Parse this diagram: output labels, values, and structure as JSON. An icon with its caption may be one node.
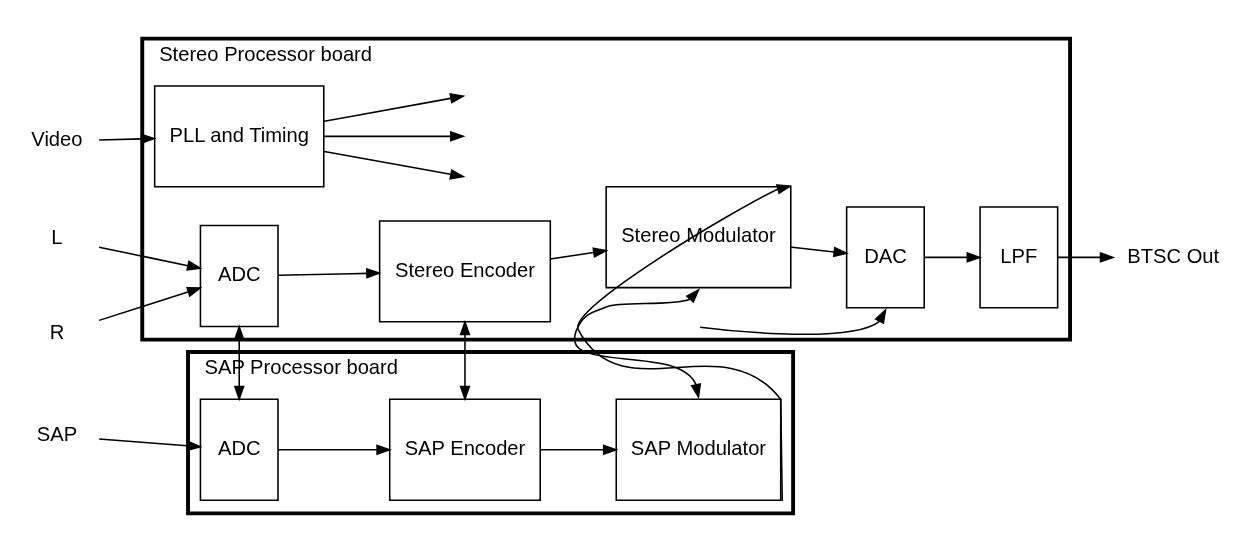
{
  "diagram": {
    "nodes": [
      {
        "text": [
          "Stereo Processor board"
        ]
      },
      {
        "text": [
          "SAP Processor board"
        ]
      },
      {
        "text": [
          "Video"
        ]
      },
      {
        "text": [
          "PLL and Timing"
        ],
        "in": 0
      },
      {
        "text": [
          "L"
        ]
      },
      {
        "text": [
          "R"
        ]
      },
      {
        "text": [
          "ADC"
        ],
        "in": 0
      },
      {
        "text": [
          "Stereo Encoder"
        ],
        "in": 0
      },
      {
        "text": [
          "Stereo Modulator"
        ],
        "in": 0
      },
      {
        "text": [
          "DAC"
        ],
        "in": 0
      },
      {
        "text": [
          "LPF"
        ],
        "in": 0
      },
      {
        "text": [
          "BTSC Out"
        ]
      },
      {
        "text": [
          "SAP"
        ]
      },
      {
        "text": [
          "ADC"
        ],
        "in": 1
      },
      {
        "text": [
          "SAP Encoder"
        ],
        "in": 1
      },
      {
        "text": [
          "SAP Modulator"
        ],
        "in": 1
      }
    ],
    "edges": [
      {
        "from": 2,
        "to": 3,
        "arrow": "to"
      },
      {
        "from": 3,
        "to": null,
        "arrow": "to"
      },
      {
        "from": 3,
        "to": null,
        "arrow": "to"
      },
      {
        "from": 3,
        "to": null,
        "arrow": "to"
      },
      {
        "from": 4,
        "to": 6,
        "arrow": "to"
      },
      {
        "from": 5,
        "to": 6,
        "arrow": "to"
      },
      {
        "from": 6,
        "to": 7,
        "arrow": "to"
      },
      {
        "from": 7,
        "to": 8,
        "arrow": "to"
      },
      {
        "from": 8,
        "to": 9,
        "arrow": "to"
      },
      {
        "from": 9,
        "to": 10,
        "arrow": "to"
      },
      {
        "from": 10,
        "to": 11,
        "arrow": "to"
      },
      {
        "from": null,
        "to": 9,
        "arrow": "to"
      },
      {
        "from": 12,
        "to": 13,
        "arrow": "to"
      },
      {
        "from": 6,
        "to": 13,
        "arrow": "both"
      },
      {
        "from": 7,
        "to": 14,
        "arrow": "both"
      },
      {
        "from": 8,
        "to": 15,
        "arrow": "both"
      },
      {
        "from": 15,
        "to": 8,
        "arrow": "to"
      },
      {
        "from": 13,
        "to": 14,
        "arrow": "to"
      },
      {
        "from": 14,
        "to": 15,
        "arrow": "to"
      }
    ]
  }
}
